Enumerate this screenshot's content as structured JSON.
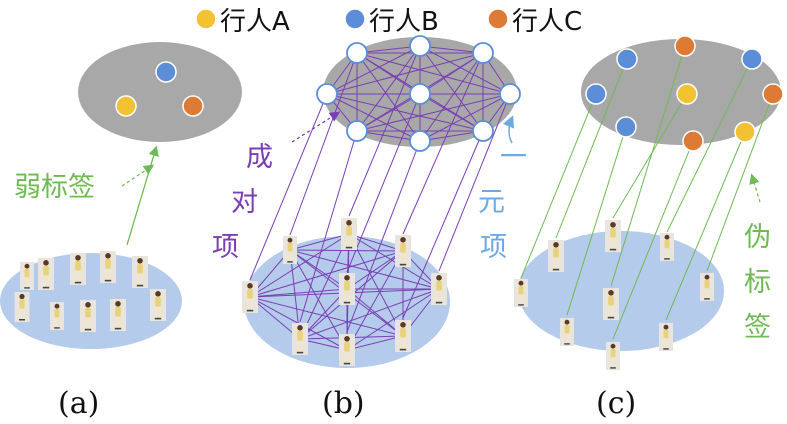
{
  "legend": [
    {
      "label": "行人A",
      "color": "#f2c233"
    },
    {
      "label": "行人B",
      "color": "#5b8ed6"
    },
    {
      "label": "行人C",
      "color": "#dd7a35"
    }
  ],
  "colors": {
    "gray_ellipse": "#a8a8a8",
    "blue_ellipse": "#b4cbeb",
    "purple": "#7a3fb4",
    "green": "#6fba55",
    "light_blue_text": "#6ea9e4",
    "white_node": "#ffffff",
    "node_stroke": "#5b8ed6"
  },
  "panel_a": {
    "caption": "(a)",
    "weak_label": "弱标签",
    "nodes": [
      "行人B",
      "行人A",
      "行人C"
    ]
  },
  "panel_b": {
    "caption": "(b)",
    "pairwise_chars": [
      "成",
      "对",
      "项"
    ],
    "unary_chars": [
      "一",
      "元",
      "项"
    ]
  },
  "panel_c": {
    "caption": "(c)",
    "pseudo_chars": [
      "伪",
      "标",
      "签"
    ],
    "nodes": [
      "行人B",
      "行人C",
      "行人B",
      "行人B",
      "行人C",
      "行人A",
      "行人B",
      "行人C",
      "行人A"
    ]
  },
  "icons": [
    "person-photo-icon",
    "dashed-arrow-icon",
    "arrow-icon"
  ]
}
